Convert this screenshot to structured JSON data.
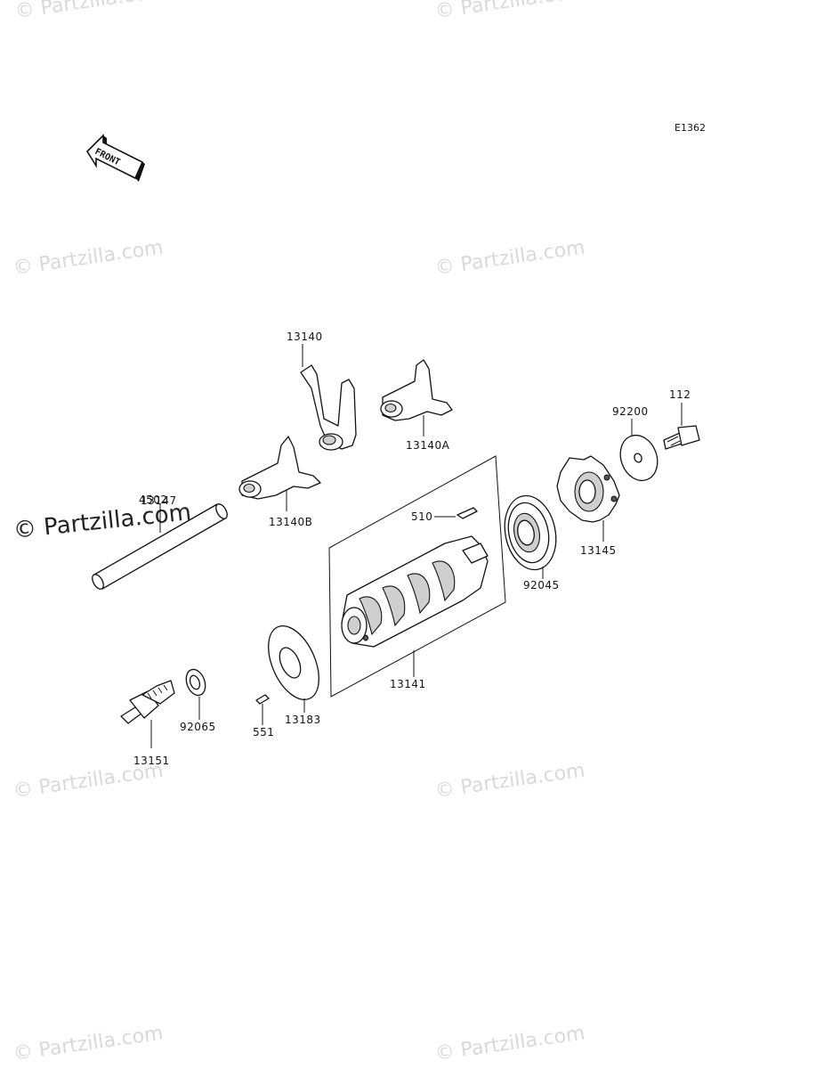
{
  "diagram_code": "E1362",
  "front_label": "FRONT",
  "watermarks": {
    "text": "© Partzilla.com",
    "featured": "© Partzilla.com"
  },
  "parts": {
    "fork_13140": "13140",
    "fork_13140A": "13140A",
    "fork_13140B": "13140B",
    "shaft_13147": "13147",
    "shaft_overlap": "4502",
    "pin_510": "510",
    "bearing_92045": "92045",
    "gear_13145": "13145",
    "washer_92200": "92200",
    "bolt_112": "112",
    "drum_13141": "13141",
    "plate_13183": "13183",
    "pin_551": "551",
    "washer_92065": "92065",
    "switch_13151": "13151"
  }
}
